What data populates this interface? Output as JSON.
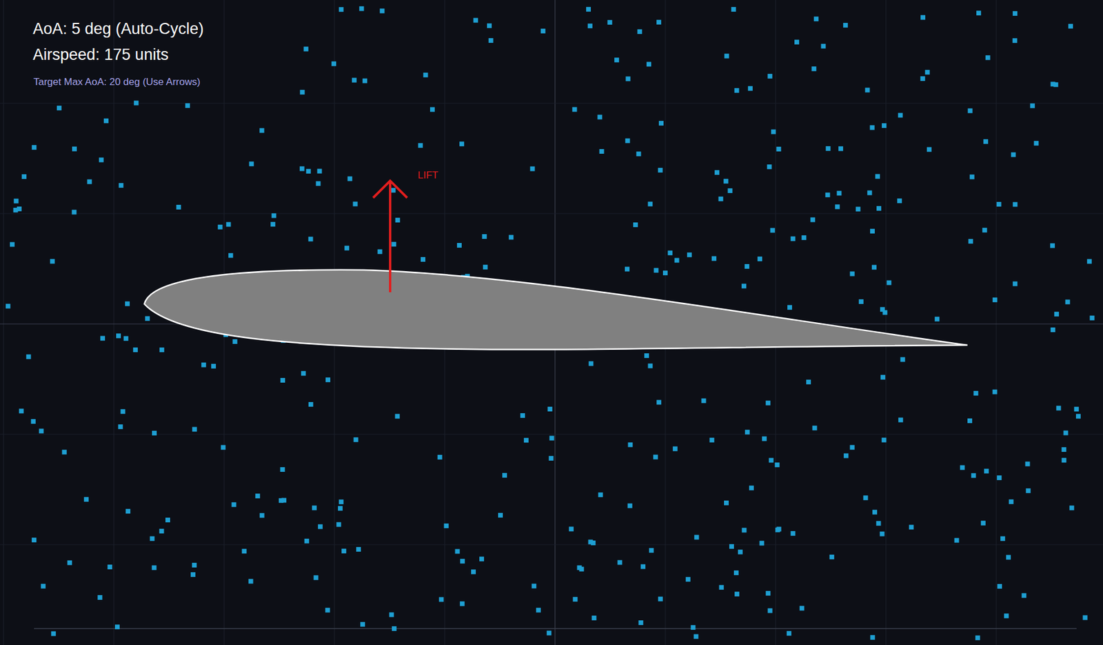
{
  "diagram": {
    "labels": [
      "AoA: 5 deg (Auto-Cycle)",
      "Airspeed: 175 units",
      "Target Max AoA: 20 deg (Use Arrows)",
      "LIFT"
    ]
  }
}
